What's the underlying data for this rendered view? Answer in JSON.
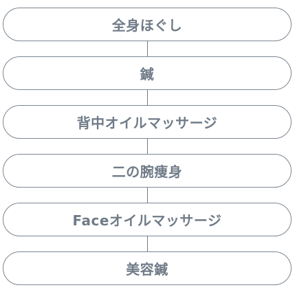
{
  "steps": [
    {
      "label": "全身ほぐし"
    },
    {
      "label": "鍼"
    },
    {
      "label": "背中オイルマッサージ"
    },
    {
      "label": "二の腕痩身"
    },
    {
      "label": "Faceオイルマッサージ"
    },
    {
      "label": "美容鍼"
    }
  ],
  "colors": {
    "text": "#707b88",
    "border": "#7c8691",
    "connector": "#6f7a86",
    "background": "#ffffff"
  }
}
